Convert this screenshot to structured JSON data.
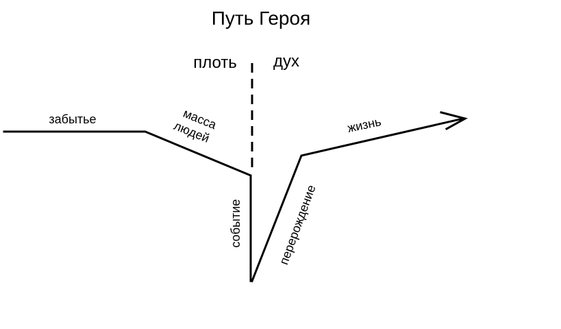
{
  "title": "Путь Героя",
  "regions": {
    "left": "плоть",
    "right": "дух"
  },
  "stages": {
    "forgetting": "забытье",
    "mass_line1": "масса",
    "mass_line2": "людей",
    "event": "событие",
    "rebirth": "перерождение",
    "life": "жизнь"
  }
}
